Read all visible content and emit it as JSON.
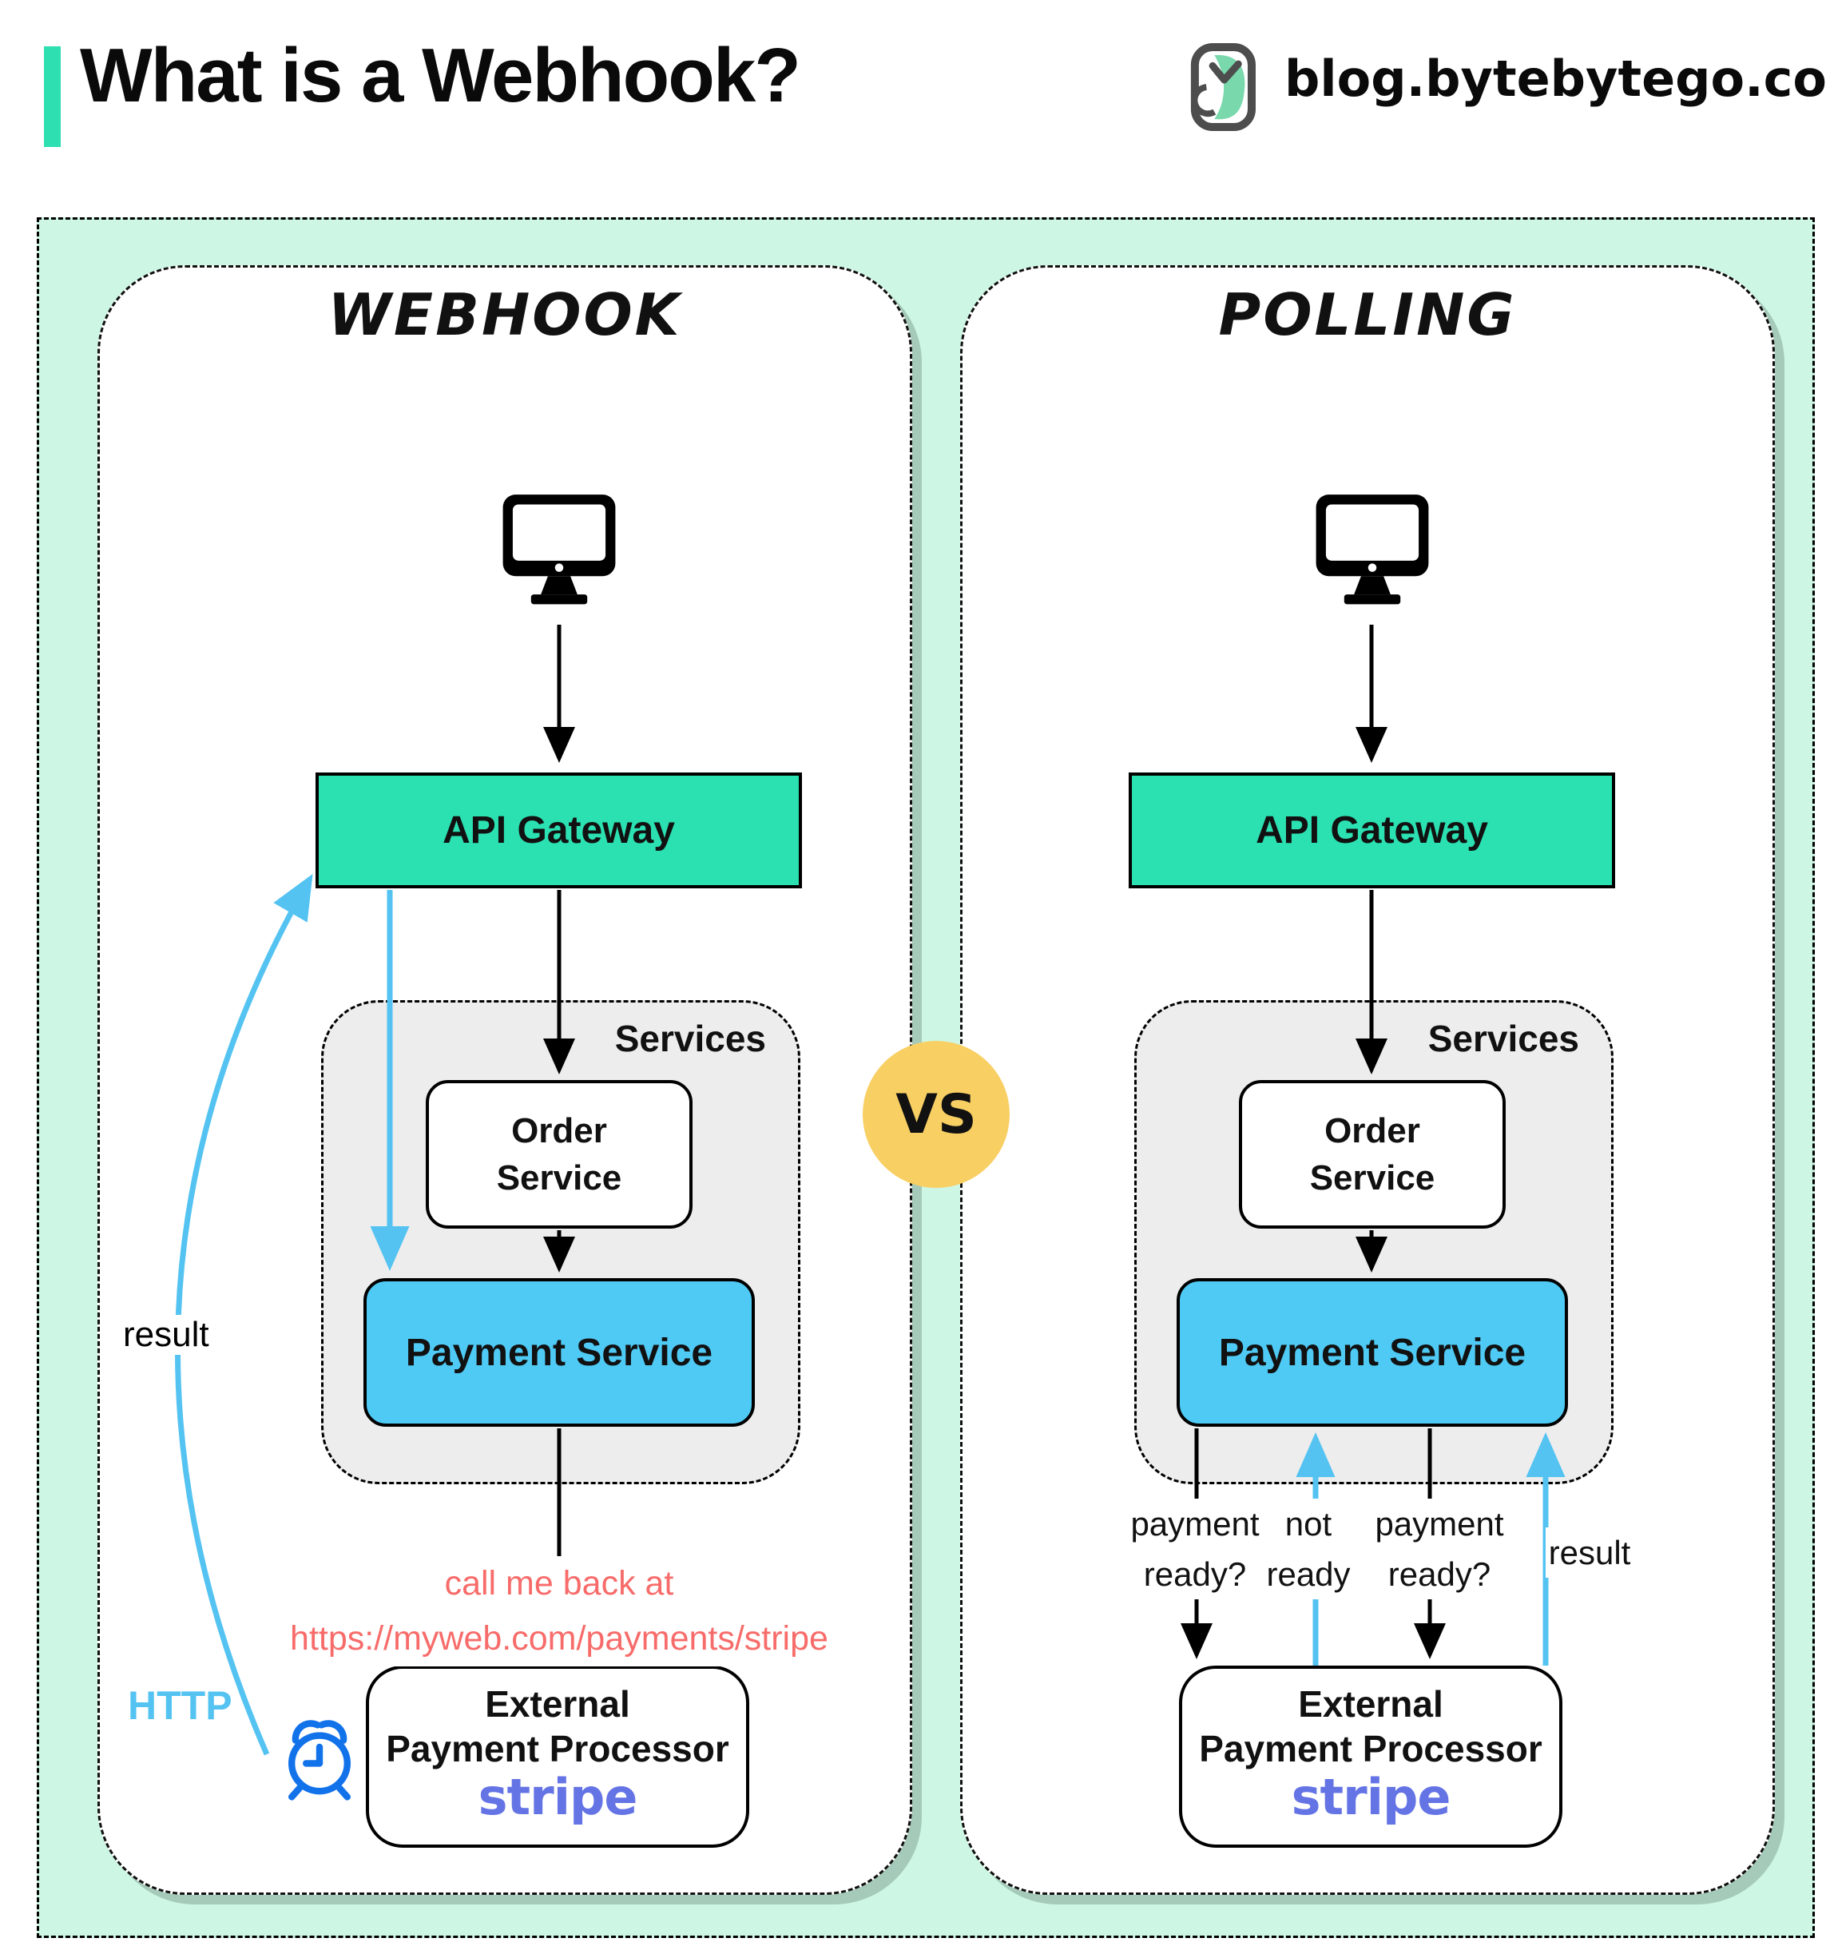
{
  "header": {
    "title": "What is a Webhook?",
    "site": "blog.bytebytego.com",
    "logo_icon": "bytebytego-logo"
  },
  "vs_label": "VS",
  "webhook": {
    "title": "Webhook",
    "client_icon": "desktop-monitor-icon",
    "api_gateway_label": "API Gateway",
    "services_label": "Services",
    "order_service_label": "Order Service",
    "payment_service_label": "Payment Service",
    "external_box": {
      "line1": "External",
      "line2": "Payment Processor",
      "brand": "stripe"
    },
    "callback_note": {
      "line1": "call me back at",
      "line2": "https://myweb.com/payments/stripe"
    },
    "result_label": "result",
    "http_label": "HTTP",
    "timer_icon": "alarm-clock-icon"
  },
  "polling": {
    "title": "Polling",
    "client_icon": "desktop-monitor-icon",
    "api_gateway_label": "API Gateway",
    "services_label": "Services",
    "order_service_label": "Order Service",
    "payment_service_label": "Payment Service",
    "external_box": {
      "line1": "External",
      "line2": "Payment Processor",
      "brand": "stripe"
    },
    "flow_labels": {
      "query1": {
        "line1": "payment",
        "line2": "ready?"
      },
      "reply1": {
        "line1": "not",
        "line2": "ready"
      },
      "query2": {
        "line1": "payment",
        "line2": "ready?"
      },
      "result": "result"
    }
  },
  "colors": {
    "mint_background": "#cdf7e4",
    "accent_teal": "#2ddfb1",
    "gateway_teal": "#2be0b1",
    "payment_blue": "#4fcaf4",
    "services_gray": "#ededed",
    "vs_yellow": "#f8cf63",
    "callback_salmon": "#f76c6a",
    "stripe_purple": "#6474e5",
    "flow_blue": "#54c3f1",
    "alarm_blue": "#1272ea"
  }
}
